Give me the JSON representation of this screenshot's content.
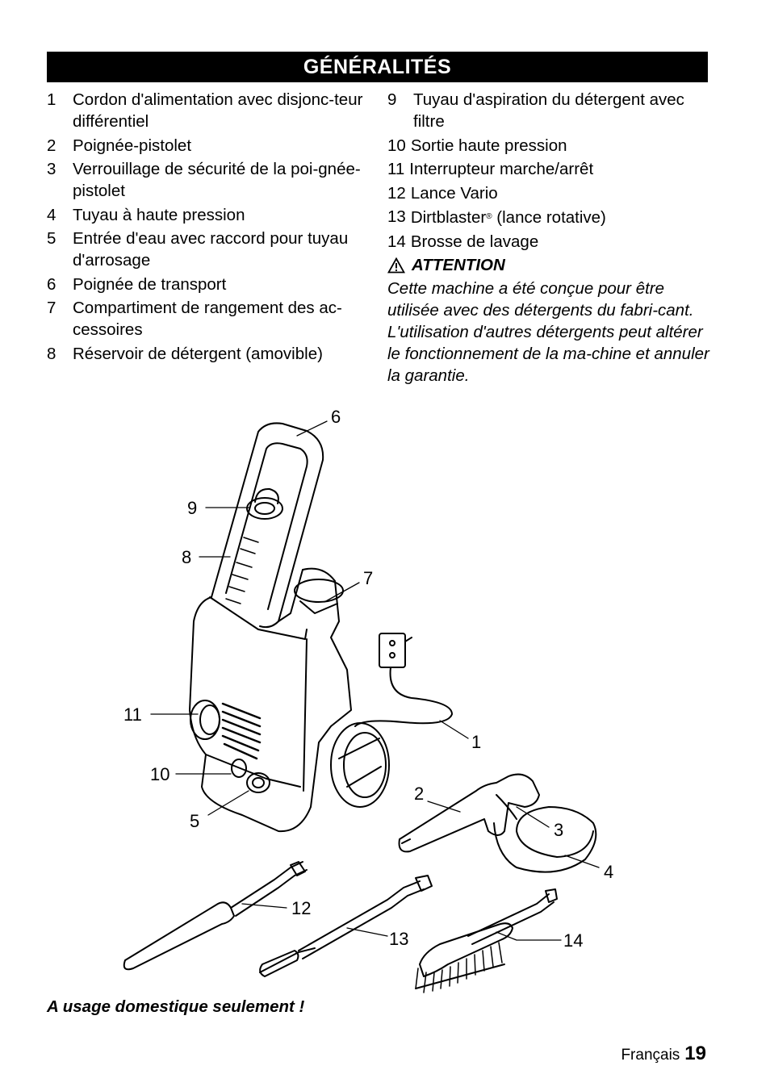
{
  "section_title": "GÉNÉRALITÉS",
  "left_items": [
    {
      "num": "1",
      "text": "Cordon d'alimentation avec disjonc-teur différentiel"
    },
    {
      "num": "2",
      "text": "Poignée-pistolet"
    },
    {
      "num": "3",
      "text": "Verrouillage de sécurité de la poi-gnée-pistolet"
    },
    {
      "num": "4",
      "text": "Tuyau à haute pression"
    },
    {
      "num": "5",
      "text": "Entrée d'eau avec raccord pour tuyau d'arrosage"
    },
    {
      "num": "6",
      "text": "Poignée de transport"
    },
    {
      "num": "7",
      "text": "Compartiment de rangement des ac-cessoires"
    },
    {
      "num": "8",
      "text": "Réservoir de détergent (amovible)"
    }
  ],
  "right_items": [
    {
      "num": "9",
      "text": "Tuyau d'aspiration du détergent avec filtre"
    },
    {
      "num": "10",
      "text": "Sortie haute pression"
    },
    {
      "num": "11",
      "text": "Interrupteur marche/arrêt"
    },
    {
      "num": "12",
      "text": "Lance Vario"
    },
    {
      "num": "13",
      "text_a": "Dirtblaster",
      "reg": "®",
      "text_b": " (lance rotative)"
    },
    {
      "num": "14",
      "text": "Brosse de lavage"
    }
  ],
  "attention_label": "ATTENTION",
  "attention_text": "Cette machine a été conçue pour être utilisée avec des détergents du fabri-cant. L'utilisation d'autres détergents peut altérer le fonctionnement de la ma-chine et annuler la garantie.",
  "callouts": [
    "6",
    "9",
    "8",
    "7",
    "11",
    "1",
    "10",
    "2",
    "5",
    "3",
    "4",
    "12",
    "13",
    "14"
  ],
  "domestic_note": "A usage domestique seulement !",
  "footer_language": "Français",
  "page_number": "19"
}
